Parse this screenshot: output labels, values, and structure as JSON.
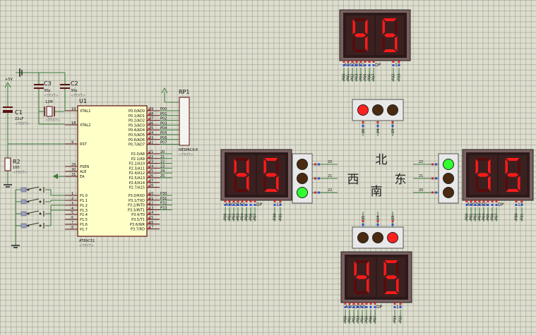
{
  "schematic": {
    "power_label": "+5V",
    "c1": {
      "ref": "C1",
      "value": "22uF",
      "text": "<TEXT>"
    },
    "c2": {
      "ref": "C2",
      "value": "30p",
      "text": "<TEXT>"
    },
    "c3": {
      "ref": "C3",
      "value": "30p",
      "text": "<TEXT>"
    },
    "crystal": {
      "value": "12M",
      "text": "<TEXT>"
    },
    "r2": {
      "ref": "R2",
      "value": "100",
      "text": "<TEXT>"
    },
    "rp1": {
      "ref": "RP1",
      "part": "RESPACK-8",
      "text": "<TEXT>"
    },
    "mcu": {
      "ref": "U1",
      "part": "AT89C51",
      "text": "<TEXT>",
      "left_pins": [
        {
          "num": "19",
          "name": "XTAL1"
        },
        {
          "num": "18",
          "name": "XTAL2"
        },
        {
          "num": "9",
          "name": "RST"
        },
        {
          "num": "29",
          "name": "PSEN"
        },
        {
          "num": "30",
          "name": "ALE"
        },
        {
          "num": "31",
          "name": "EA"
        },
        {
          "num": "1",
          "name": "P1.0"
        },
        {
          "num": "2",
          "name": "P1.1"
        },
        {
          "num": "3",
          "name": "P1.2"
        },
        {
          "num": "4",
          "name": "P1.3"
        },
        {
          "num": "5",
          "name": "P1.4"
        },
        {
          "num": "6",
          "name": "P1.5"
        },
        {
          "num": "7",
          "name": "P1.6"
        },
        {
          "num": "8",
          "name": "P1.7"
        }
      ],
      "port0": [
        {
          "num": "39",
          "name": "P0.0/AD0",
          "net": "P00"
        },
        {
          "num": "38",
          "name": "P0.1/AD1",
          "net": "P01"
        },
        {
          "num": "37",
          "name": "P0.2/AD2",
          "net": "P02"
        },
        {
          "num": "36",
          "name": "P0.3/AD3",
          "net": "P03"
        },
        {
          "num": "35",
          "name": "P0.4/AD4",
          "net": "P04"
        },
        {
          "num": "34",
          "name": "P0.5/AD5",
          "net": "P05"
        },
        {
          "num": "33",
          "name": "P0.6/AD6",
          "net": "P06"
        },
        {
          "num": "32",
          "name": "P0.7/AD7",
          "net": "P07"
        }
      ],
      "port2": [
        {
          "num": "21",
          "name": "P2.0/A8",
          "net": "20"
        },
        {
          "num": "22",
          "name": "P2.1/A9",
          "net": "21"
        },
        {
          "num": "23",
          "name": "P2.2/A10",
          "net": "22"
        },
        {
          "num": "24",
          "name": "P2.3/A11",
          "net": "23"
        },
        {
          "num": "25",
          "name": "P2.4/A12",
          "net": "24"
        },
        {
          "num": "26",
          "name": "P2.5/A13",
          "net": "25"
        },
        {
          "num": "27",
          "name": "P2.6/A14",
          "net": ""
        },
        {
          "num": "28",
          "name": "P2.7/A15",
          "net": ""
        }
      ],
      "port3": [
        {
          "num": "10",
          "name": "P3.0/RXD",
          "net": "P30"
        },
        {
          "num": "11",
          "name": "P3.1/TXD",
          "net": "P31"
        },
        {
          "num": "12",
          "name": "P3.2/INT0",
          "net": "P32"
        },
        {
          "num": "13",
          "name": "P3.3/INT1",
          "net": "P33"
        },
        {
          "num": "14",
          "name": "P3.4/T0",
          "net": ""
        },
        {
          "num": "15",
          "name": "P3.5/T1",
          "net": ""
        },
        {
          "num": "16",
          "name": "P3.6/WR",
          "net": ""
        },
        {
          "num": "17",
          "name": "P3.7/RD",
          "net": ""
        }
      ]
    },
    "displays": [
      {
        "id": "north",
        "digits": "45",
        "seg_label": "ABCDEFG",
        "dp_label": "DP",
        "com_label": "12",
        "pins": [
          "P00",
          "P01",
          "P02",
          "P03",
          "P04",
          "P05",
          "P06",
          "P07"
        ],
        "com_pins": [
          "P32",
          "P33"
        ]
      },
      {
        "id": "west",
        "digits": "45",
        "seg_label": "ABCDEFG",
        "dp_label": "DP",
        "com_label": "12",
        "pins": [
          "P00",
          "P01",
          "P02",
          "P03",
          "P04",
          "P05",
          "P06",
          "P07"
        ],
        "com_pins": [
          "P30",
          "P31"
        ]
      },
      {
        "id": "east",
        "digits": "45",
        "seg_label": "ABCDEFG",
        "dp_label": "DP",
        "com_label": "12",
        "pins": [
          "P00",
          "P01",
          "P02",
          "P03",
          "P04",
          "P05",
          "P06",
          "P07"
        ],
        "com_pins": [
          "P30",
          "P31"
        ]
      },
      {
        "id": "south",
        "digits": "45",
        "seg_label": "ABCDEFG",
        "dp_label": "DP",
        "com_label": "12",
        "pins": [
          "P00",
          "P01",
          "P02",
          "P03",
          "P04",
          "P05",
          "P06",
          "P07"
        ],
        "com_pins": [
          "P32",
          "P33"
        ]
      }
    ],
    "lights": {
      "north": {
        "lamps": [
          "on-red",
          "off-yellow",
          "off-green"
        ],
        "nets": [
          "26",
          "24",
          "23"
        ]
      },
      "west": {
        "lamps": [
          "off-red",
          "off-yellow",
          "on-green"
        ],
        "nets": [
          "20",
          "21",
          "22"
        ]
      },
      "east": {
        "lamps": [
          "on-green",
          "off-yellow",
          "off-red"
        ],
        "nets": [
          "22",
          "21",
          "20"
        ]
      },
      "south": {
        "lamps": [
          "off-green",
          "off-yellow",
          "on-red"
        ],
        "nets": [
          "25",
          "24",
          "23"
        ]
      }
    },
    "directions": {
      "north": "北",
      "west": "西",
      "east": "东",
      "south": "南"
    },
    "colors": {
      "background": "#dedecf",
      "wire": "#3a7a3a",
      "component": "#5a1010",
      "ic_fill": "#ffffc8",
      "display_case": "#2b1a1a",
      "segment_on": "#ff1a1a",
      "segment_off": "#5a0a0a",
      "red_on": "#ff2020",
      "green_on": "#30ff30",
      "lamp_off": "#4a2a10",
      "pin_red": "#d03030",
      "pin_blue": "#3050d0"
    }
  }
}
